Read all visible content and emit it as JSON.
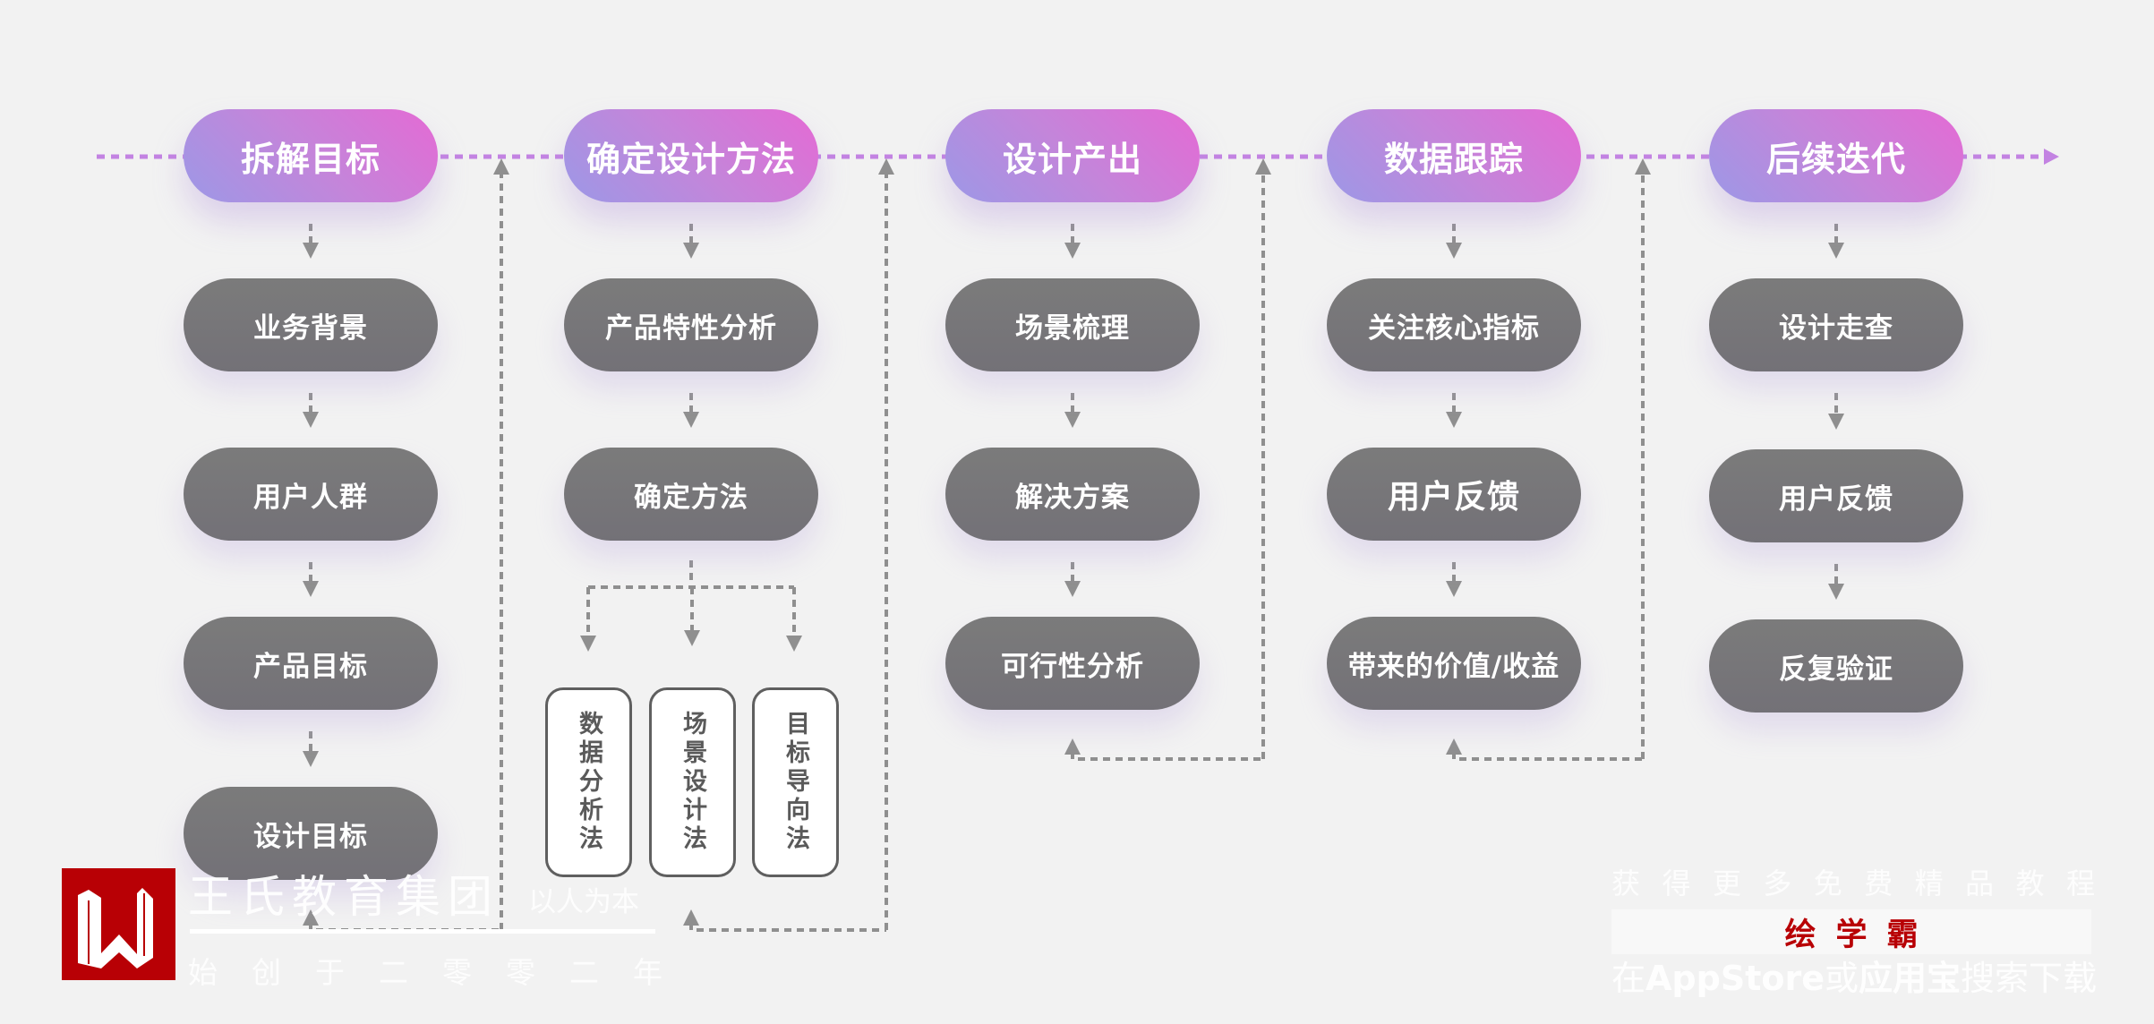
{
  "diagram": {
    "type": "design-process-flow",
    "colors": {
      "background": "#f2f2f2",
      "header_gradient_start": "#9c98e6",
      "header_gradient_end": "#e46ad4",
      "step_pill": "#777579",
      "timeline_dash": "#c383e2",
      "connector_dash": "#8f8f8f",
      "brand_red": "#b80005"
    },
    "stages": [
      {
        "title": "拆解目标",
        "steps": [
          "业务背景",
          "用户人群",
          "产品目标",
          "设计目标"
        ]
      },
      {
        "title": "确定设计方法",
        "steps": [
          "产品特性分析",
          "确定方法"
        ],
        "methods": [
          "数据分析法",
          "场景设计法",
          "目标导向法"
        ]
      },
      {
        "title": "设计产出",
        "steps": [
          "场景梳理",
          "解决方案",
          "可行性分析"
        ]
      },
      {
        "title": "数据跟踪",
        "steps": [
          "关注核心指标",
          "用户反馈",
          "带来的价值/收益"
        ]
      },
      {
        "title": "后续迭代",
        "steps": [
          "设计走查",
          "用户反馈",
          "反复验证"
        ]
      }
    ]
  },
  "branding": {
    "logo_icon": "wang-shi-w-logo-icon",
    "group_name": "王氏教育集团",
    "motto": "以人为本",
    "since_chars": [
      "始",
      "创",
      "于",
      "二",
      "零",
      "零",
      "二",
      "年"
    ]
  },
  "watermark": {
    "top_chars": [
      "获",
      "得",
      "更",
      "多",
      "免",
      "费",
      "精",
      "品",
      "教",
      "程"
    ],
    "app_name": "绘学霸",
    "bottom_parts": [
      "在",
      "AppStore",
      "或",
      "应用宝",
      "搜",
      "索",
      "下",
      "载"
    ]
  }
}
